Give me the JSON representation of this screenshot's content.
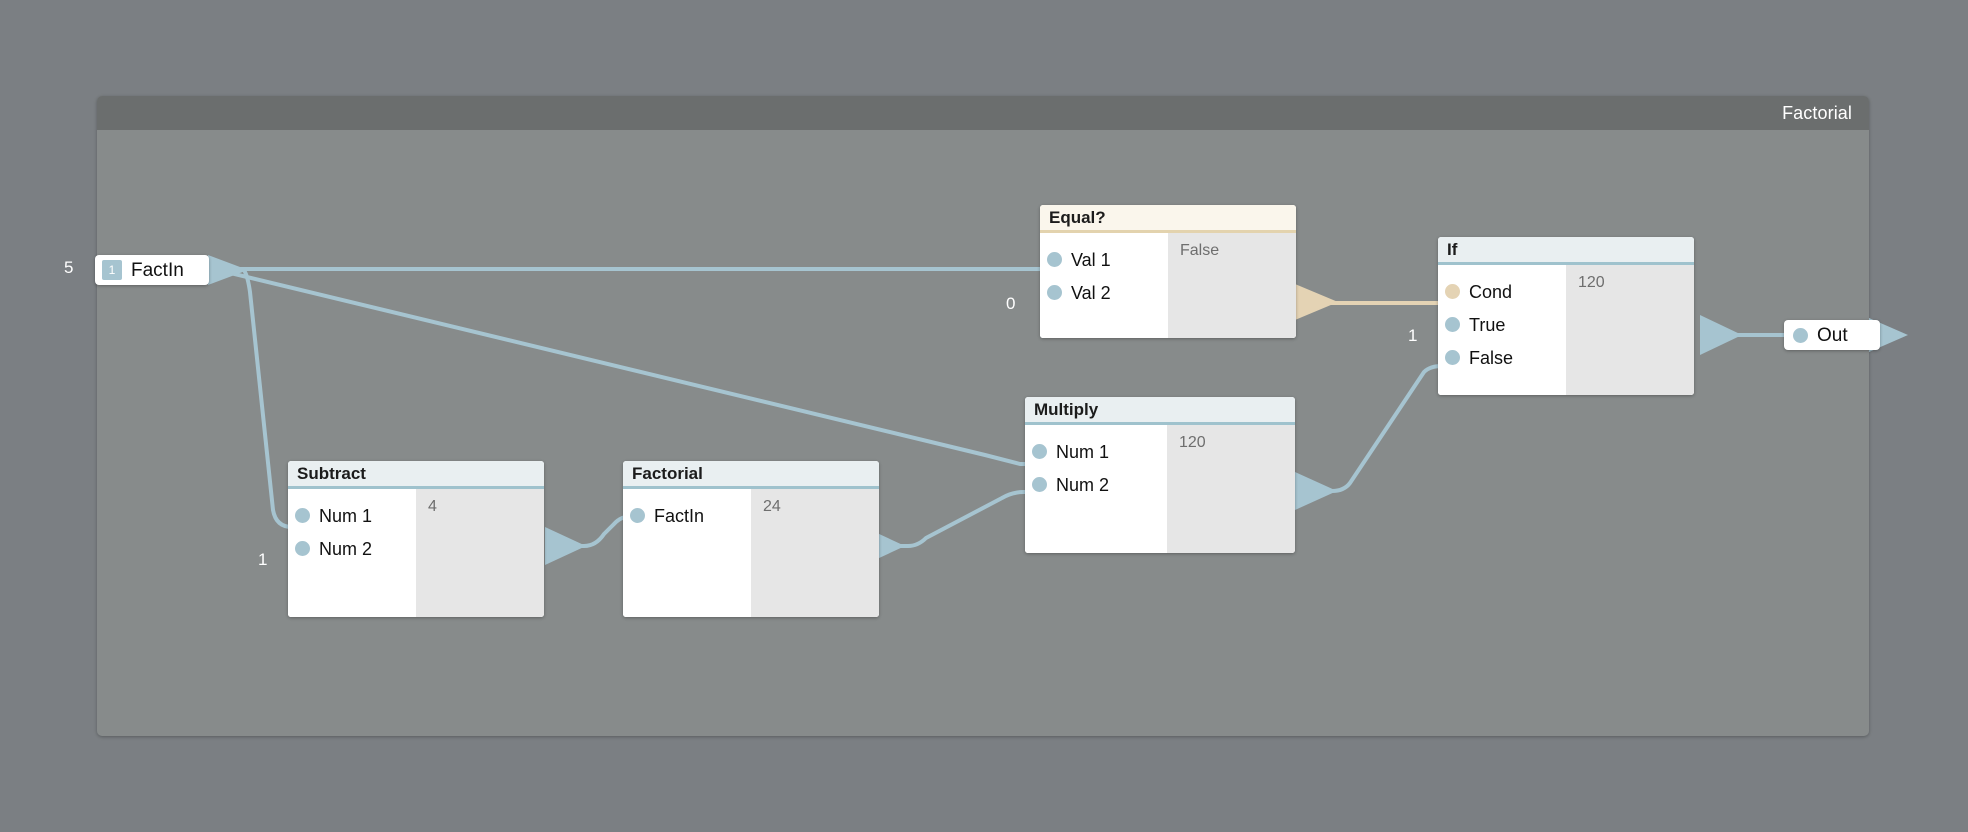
{
  "panel": {
    "title": "Factorial"
  },
  "canvas": {
    "background_color": "#878b8b",
    "outer_background_color": "#7b7f83",
    "titlebar_color": "#6b6e6e",
    "wire_color": "#a6c4d0",
    "wire_color_bool": "#e4d3b4"
  },
  "io_nodes": {
    "fact_in": {
      "label": "FactIn",
      "badge": "1",
      "literal": "5"
    },
    "out": {
      "label": "Out"
    }
  },
  "nodes": [
    {
      "id": "equal",
      "title": "Equal?",
      "header_style": "cream",
      "inputs": [
        {
          "label": "Val 1",
          "dot": "blue",
          "literal": ""
        },
        {
          "label": "Val 2",
          "dot": "blue",
          "literal": "0"
        }
      ],
      "output_value": "False"
    },
    {
      "id": "if",
      "title": "If",
      "header_style": "blue",
      "inputs": [
        {
          "label": "Cond",
          "dot": "tan",
          "literal": ""
        },
        {
          "label": "True",
          "dot": "blue",
          "literal": "1"
        },
        {
          "label": "False",
          "dot": "blue",
          "literal": ""
        }
      ],
      "output_value": "120"
    },
    {
      "id": "multiply",
      "title": "Multiply",
      "header_style": "blue",
      "inputs": [
        {
          "label": "Num 1",
          "dot": "blue",
          "literal": ""
        },
        {
          "label": "Num 2",
          "dot": "blue",
          "literal": ""
        }
      ],
      "output_value": "120"
    },
    {
      "id": "subtract",
      "title": "Subtract",
      "header_style": "blue",
      "inputs": [
        {
          "label": "Num 1",
          "dot": "blue",
          "literal": ""
        },
        {
          "label": "Num 2",
          "dot": "blue",
          "literal": "1"
        }
      ],
      "output_value": "4"
    },
    {
      "id": "factorial",
      "title": "Factorial",
      "header_style": "blue",
      "inputs": [
        {
          "label": "FactIn",
          "dot": "blue",
          "literal": ""
        }
      ],
      "output_value": "24"
    }
  ],
  "literals": {
    "fact_in_value": "5",
    "equal_val2": "0",
    "if_true": "1",
    "subtract_num2": "1"
  }
}
